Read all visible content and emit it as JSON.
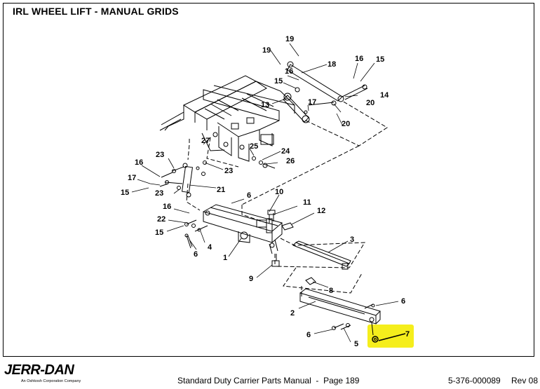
{
  "page": {
    "title": "IRL WHEEL LIFT - MANUAL GRIDS"
  },
  "callouts": [
    "19",
    "19",
    "18",
    "16",
    "15",
    "16",
    "15",
    "14",
    "17",
    "13",
    "20",
    "20",
    "27",
    "25",
    "24",
    "26",
    "23",
    "23",
    "16",
    "17",
    "15",
    "23",
    "21",
    "6",
    "10",
    "11",
    "12",
    "16",
    "22",
    "15",
    "4",
    "6",
    "1",
    "3",
    "9",
    "8",
    "2",
    "6",
    "6",
    "5",
    "7"
  ],
  "footer": {
    "logo": "JERR-DAN",
    "logo_sub": "An Oshkosh Corporation Company",
    "manual": "Standard Duty Carrier Parts Manual  -  Page 189",
    "doc_number": "5-376-000089",
    "revision": "Rev 08"
  },
  "colors": {
    "highlight": "#f5ee1c"
  }
}
